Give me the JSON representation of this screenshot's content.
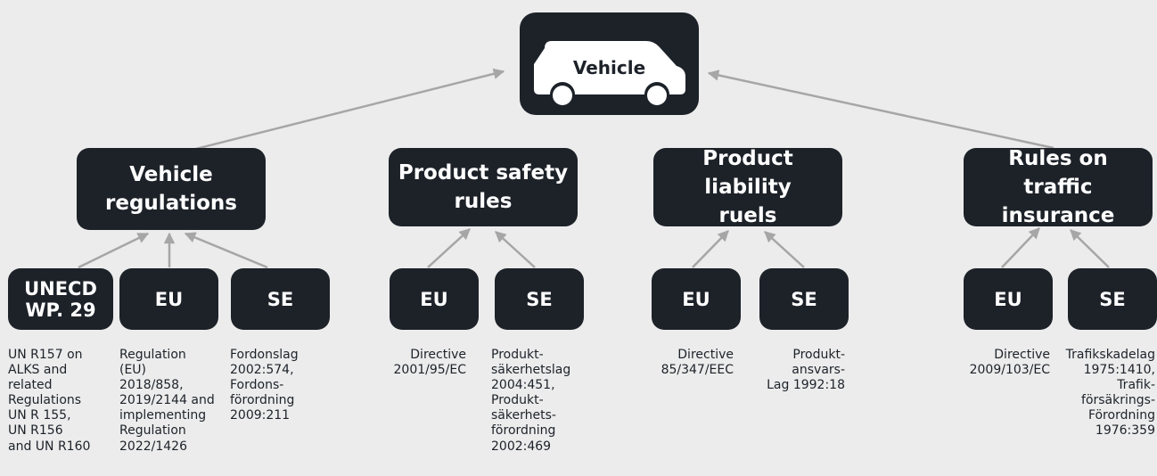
{
  "top": {
    "label": "Vehicle",
    "icon": "car-icon"
  },
  "categories": [
    {
      "lines": [
        "Vehicle",
        "regulations"
      ]
    },
    {
      "lines": [
        "Product safety",
        "rules"
      ]
    },
    {
      "lines": [
        "Product liability",
        "ruels"
      ]
    },
    {
      "lines": [
        "Rules on traffic",
        "insurance"
      ]
    }
  ],
  "sources": {
    "vehicle": [
      {
        "lines": [
          "UNECD",
          "WP. 29"
        ]
      },
      {
        "lines": [
          "EU"
        ]
      },
      {
        "lines": [
          "SE"
        ]
      }
    ],
    "safety": [
      {
        "lines": [
          "EU"
        ]
      },
      {
        "lines": [
          "SE"
        ]
      }
    ],
    "liability": [
      {
        "lines": [
          "EU"
        ]
      },
      {
        "lines": [
          "SE"
        ]
      }
    ],
    "insurance": [
      {
        "lines": [
          "EU"
        ]
      },
      {
        "lines": [
          "SE"
        ]
      }
    ]
  },
  "notes": {
    "unecd": [
      "UN R157 on",
      "ALKS and",
      "related",
      "Regulations",
      "UN  R 155,",
      "UN R156",
      "and UN R160"
    ],
    "vehicle_eu": [
      "Regulation",
      "(EU)",
      "2018/858,",
      "2019/2144 and",
      "implementing",
      "Regulation",
      "2022/1426"
    ],
    "vehicle_se": [
      "Fordonslag",
      "2002:574,",
      "Fordons-",
      "förordning",
      "2009:211"
    ],
    "safety_eu": [
      "Directive",
      "2001/95/EC"
    ],
    "safety_se": [
      "Produkt-",
      "säkerhetslag",
      "2004:451,",
      "Produkt-",
      "säkerhets-",
      "förordning",
      "2002:469"
    ],
    "liability_eu": [
      "Directive",
      "85/347/EEC"
    ],
    "liability_se": [
      "Produkt-",
      "ansvars-",
      "Lag 1992:18"
    ],
    "insurance_eu": [
      "Directive",
      "2009/103/EC"
    ],
    "insurance_se": [
      "Trafikskadelag",
      "1975:1410,",
      "Trafik-",
      "försäkrings-",
      "Förordning",
      "1976:359"
    ]
  },
  "colors": {
    "box": "#1d2229",
    "arrow": "#a6a6a6",
    "background": "#ececec"
  }
}
